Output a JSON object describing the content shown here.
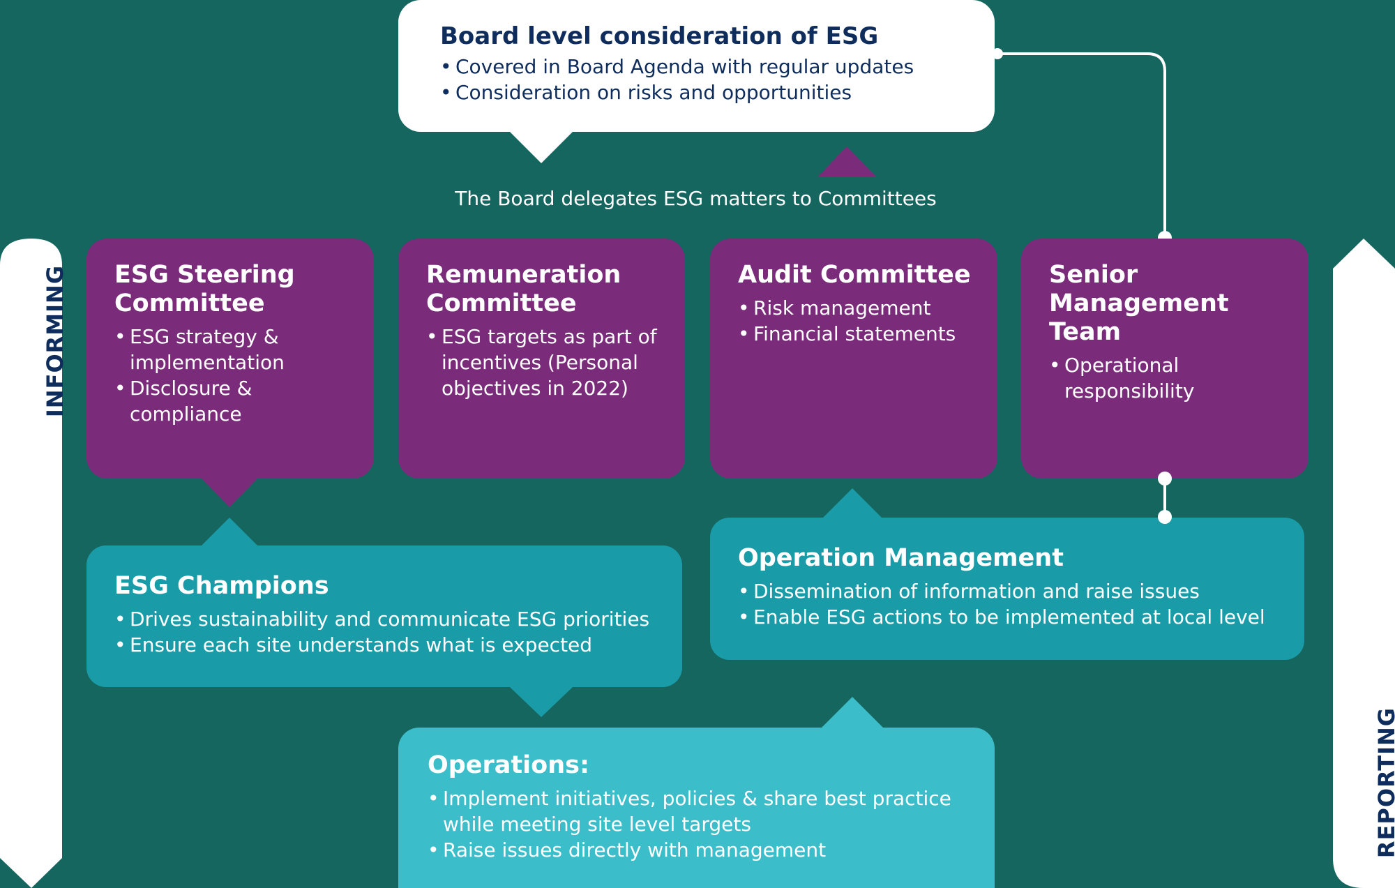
{
  "colors": {
    "background": "#166660",
    "purple": "#7a2b7a",
    "teal": "#1a9ca8",
    "light_teal": "#3bbdca",
    "navy": "#0f2d5c",
    "white": "#ffffff"
  },
  "side_labels": {
    "left": "INFORMING",
    "right": "REPORTING"
  },
  "board": {
    "title": "Board level consideration of ESG",
    "bullets": [
      "Covered in Board Agenda with regular updates",
      "Consideration on risks and opportunities"
    ]
  },
  "delegation_text": "The Board delegates ESG matters to Committees",
  "committees": [
    {
      "title": "ESG Steering Committee",
      "bullets": [
        "ESG strategy & implementation",
        "Disclosure & compliance"
      ]
    },
    {
      "title": "Remuneration Committee",
      "bullets": [
        "ESG targets as part of incentives (Personal objectives in 2022)"
      ]
    },
    {
      "title": "Audit Committee",
      "bullets": [
        "Risk management",
        "Financial statements"
      ]
    },
    {
      "title": "Senior Management Team",
      "bullets": [
        "Operational responsibility"
      ]
    }
  ],
  "champions": {
    "title": "ESG Champions",
    "bullets": [
      "Drives sustainability and communicate ESG priorities",
      "Ensure each site understands what is expected"
    ]
  },
  "operation_management": {
    "title": "Operation Management",
    "bullets": [
      "Dissemination of information and raise issues",
      "Enable ESG actions to be implemented at local level"
    ]
  },
  "operations": {
    "title": "Operations:",
    "bullets": [
      "Implement initiatives, policies & share best practice while meeting site level targets",
      "Raise issues directly with management"
    ]
  }
}
